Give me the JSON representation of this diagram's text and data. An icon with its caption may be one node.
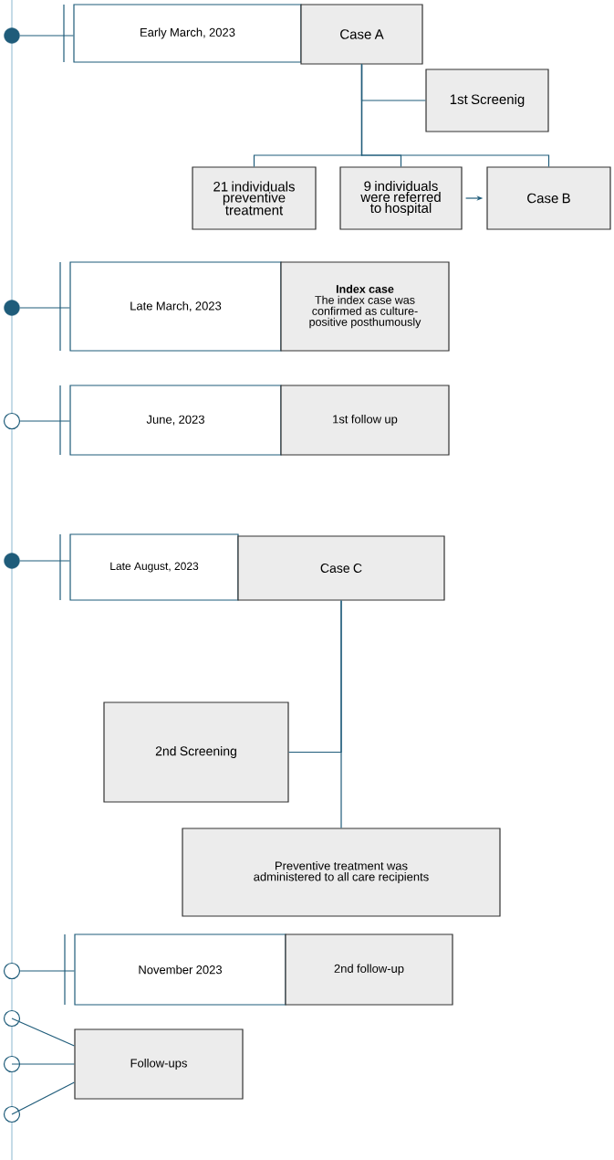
{
  "diagram": {
    "nodes": [
      {
        "text": [],
        "shape": "dot"
      },
      {
        "text": [
          "Early March, 2023"
        ]
      },
      {
        "text": [
          "Case A"
        ]
      },
      {
        "text": [
          "1st Screenig"
        ]
      },
      {
        "text": [
          "21 individuals preventive treatment"
        ]
      },
      {
        "text": [
          "9 individuals were referred to hospital"
        ]
      },
      {
        "text": [
          "Case B"
        ]
      },
      {
        "text": [],
        "shape": "dot"
      },
      {
        "text": [
          "Late March, 2023"
        ]
      },
      {
        "text": [
          "Index case",
          "The index case was confirmed as culture-positive posthumously"
        ]
      },
      {
        "text": [],
        "shape": "circle"
      },
      {
        "text": [
          "June, 2023"
        ]
      },
      {
        "text": [
          "1st follow up"
        ]
      },
      {
        "text": [],
        "shape": "dot"
      },
      {
        "text": [
          "Late August, 2023"
        ]
      },
      {
        "text": [
          "Case C"
        ]
      },
      {
        "text": [
          "2nd Screening"
        ]
      },
      {
        "text": [
          "Preventive treatment was administered to all care recipients"
        ]
      },
      {
        "text": [],
        "shape": "circle"
      },
      {
        "text": [
          "November 2023"
        ]
      },
      {
        "text": [
          "2nd follow-up"
        ]
      },
      {
        "text": [],
        "shape": "circle"
      },
      {
        "text": [],
        "shape": "circle"
      },
      {
        "text": [],
        "shape": "circle"
      },
      {
        "text": [
          "Follow-ups"
        ]
      }
    ],
    "edges": [
      {
        "from": 0,
        "to": 1,
        "arrow": "none"
      },
      {
        "from": 2,
        "to": 3,
        "arrow": "none"
      },
      {
        "from": 2,
        "to": 4,
        "arrow": "none"
      },
      {
        "from": 2,
        "to": 5,
        "arrow": "none"
      },
      {
        "from": 2,
        "to": 6,
        "arrow": "none"
      },
      {
        "from": 5,
        "to": 6,
        "arrow": "to"
      },
      {
        "from": 7,
        "to": 8,
        "arrow": "none"
      },
      {
        "from": 10,
        "to": 11,
        "arrow": "none"
      },
      {
        "from": 13,
        "to": 14,
        "arrow": "none"
      },
      {
        "from": 15,
        "to": 16,
        "arrow": "none"
      },
      {
        "from": 15,
        "to": 17,
        "arrow": "none"
      },
      {
        "from": 18,
        "to": 19,
        "arrow": "none"
      },
      {
        "from": 21,
        "to": 24,
        "arrow": "none"
      },
      {
        "from": 22,
        "to": 24,
        "arrow": "none"
      },
      {
        "from": 23,
        "to": 24,
        "arrow": "none"
      }
    ]
  }
}
